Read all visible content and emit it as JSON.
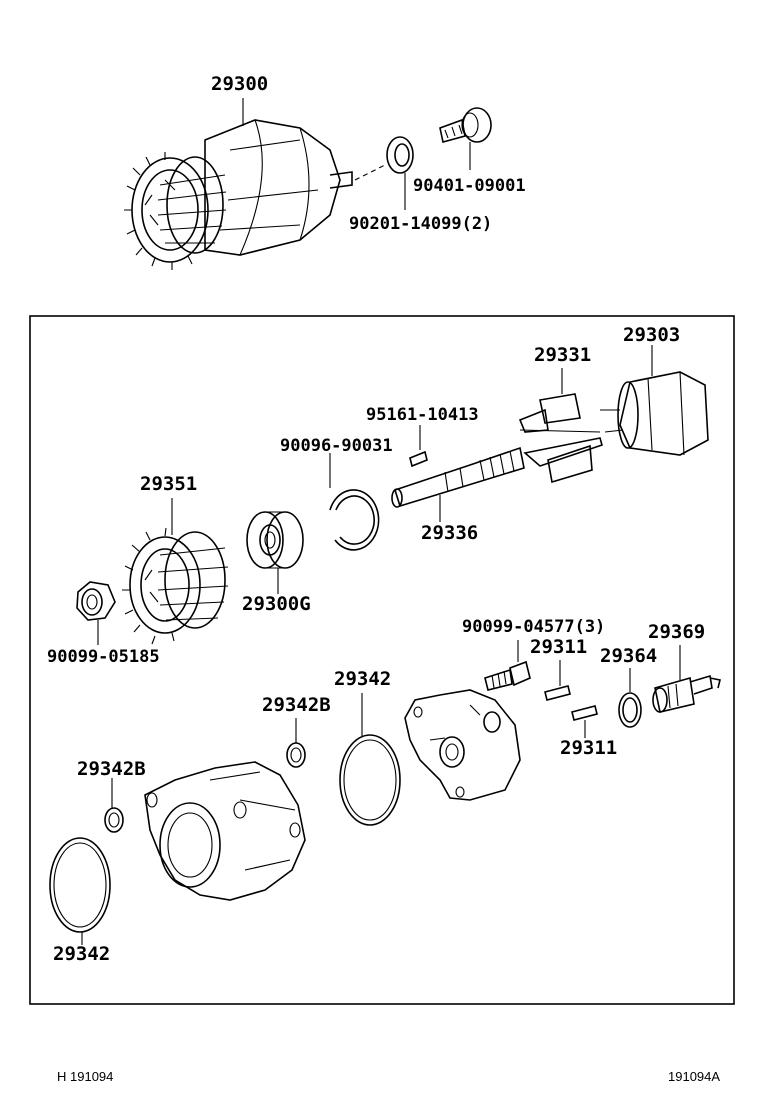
{
  "labels": {
    "l29300": "29300",
    "l90401": "90401-09001",
    "l90201": "90201-14099(2)",
    "l29331": "29331",
    "l29303": "29303",
    "l95161": "95161-10413",
    "l90096": "90096-90031",
    "l29351": "29351",
    "l29336": "29336",
    "l29300g": "29300G",
    "l90099_05185": "90099-05185",
    "l90099_04577": "90099-04577(3)",
    "l29311a": "29311",
    "l29369": "29369",
    "l29364": "29364",
    "l29342a": "29342",
    "l29342b1": "29342B",
    "l29311b": "29311",
    "l29342b2": "29342B",
    "l29342c": "29342"
  },
  "footer": {
    "left": "H 191094",
    "right": "191094A"
  }
}
